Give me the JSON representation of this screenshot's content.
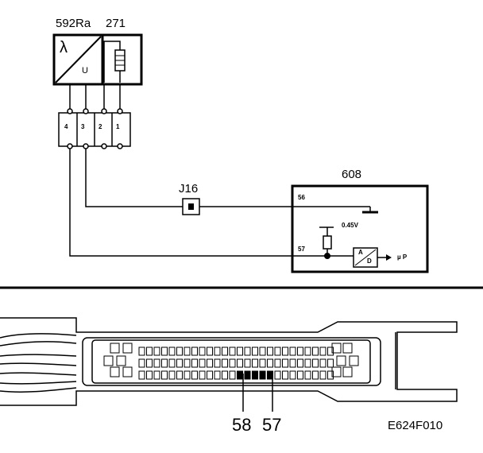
{
  "components": {
    "sensor_o2": {
      "label": "592Ra",
      "symbol_top": "λ",
      "symbol_bottom": "U"
    },
    "heater": {
      "label": "271"
    },
    "connector_pins": [
      "4",
      "3",
      "2",
      "1"
    ],
    "junction": {
      "label": "J16"
    },
    "ecu": {
      "label": "608",
      "pin_upper": "56",
      "pin_lower": "57",
      "reference_voltage": "0.45V",
      "converter_top": "A",
      "converter_bottom": "D",
      "output": "µ P"
    }
  },
  "connector_view": {
    "pin_callout_left": "58",
    "pin_callout_right": "57"
  },
  "figure_code": "E624F010"
}
